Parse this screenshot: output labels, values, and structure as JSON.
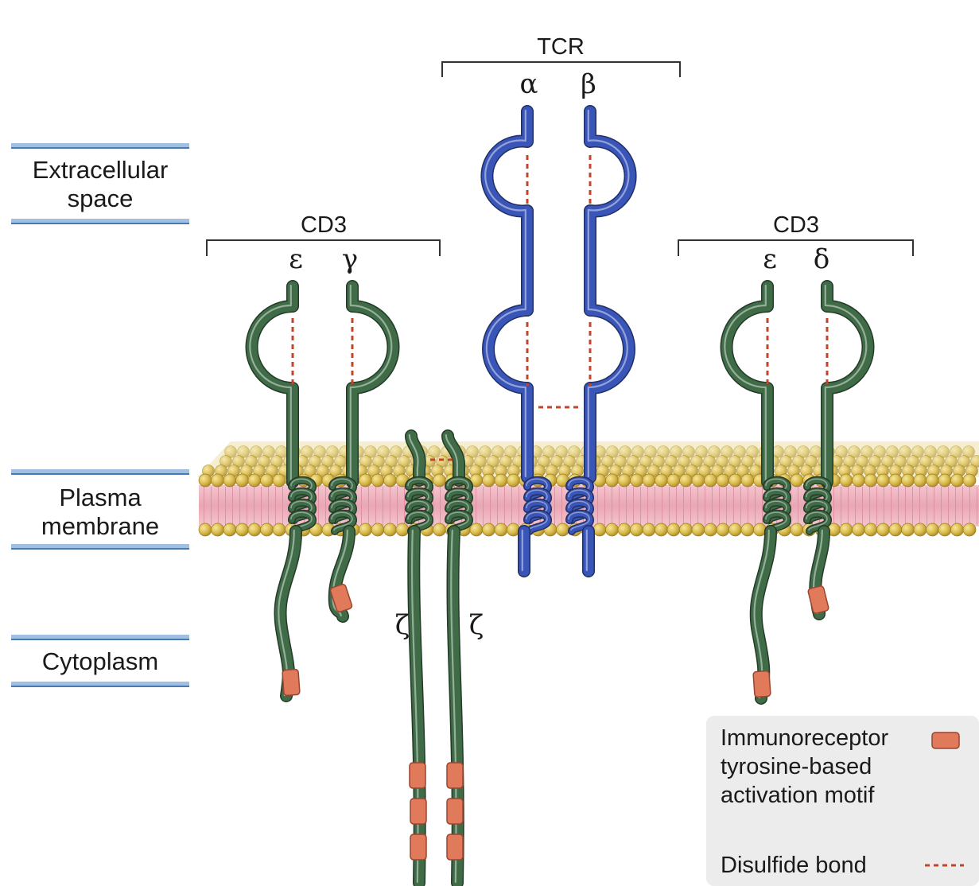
{
  "regions": {
    "extracellular": [
      "Extracellular",
      "space"
    ],
    "membrane": [
      "Plasma",
      "membrane"
    ],
    "cytoplasm": [
      "Cytoplasm"
    ]
  },
  "groups": {
    "tcr": "TCR",
    "cd3_left": "CD3",
    "cd3_right": "CD3"
  },
  "chains": {
    "alpha": "α",
    "beta": "β",
    "epsilon_left": "ε",
    "gamma": "γ",
    "epsilon_right": "ε",
    "delta": "δ",
    "zeta_left": "ζ",
    "zeta_right": "ζ"
  },
  "legend": {
    "itam_lines": [
      "Immunoreceptor",
      "tyrosine-based",
      "activation motif"
    ],
    "disulfide": "Disulfide bond"
  },
  "colors": {
    "tcr_chain": "#3a55b8",
    "cd3_chain": "#3f6b47",
    "itam": "#e07a5a",
    "disulfide": "#c2452a",
    "lipid_head": "#d9b94a",
    "lipid_tail": "#f0b8c4",
    "legend_bg": "#ececec"
  }
}
